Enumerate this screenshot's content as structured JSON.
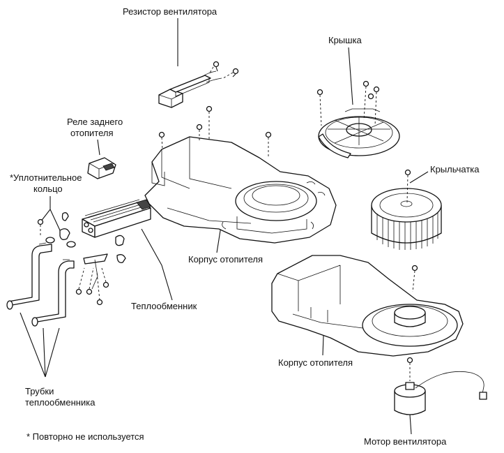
{
  "labels": {
    "fan_resistor": "Резистор вентилятора",
    "cover": "Крышка",
    "rear_heater_relay_line1": "Реле заднего",
    "rear_heater_relay_line2": "отопителя",
    "o_ring_line1": "*Уплотнительное",
    "o_ring_line2": "кольцо",
    "impeller": "Крыльчатка",
    "heater_housing_upper": "Корпус отопителя",
    "heat_exchanger": "Теплообменник",
    "heater_housing_lower": "Корпус отопителя",
    "tubes_line1": "Трубки",
    "tubes_line2": "теплообменника",
    "footnote": "* Повторно не используется",
    "fan_motor": "Мотор вентилятора"
  },
  "icons": [
    "screw-icon",
    "fan-motor-icon",
    "impeller-icon"
  ],
  "colors": {
    "ink": "#111111",
    "paper": "#ffffff"
  }
}
